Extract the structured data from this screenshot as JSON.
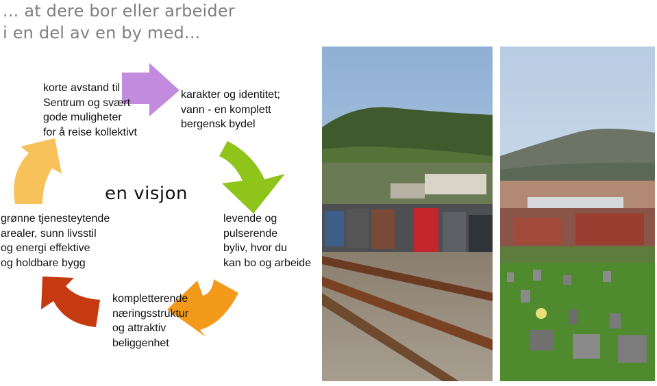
{
  "title": {
    "line1": "... at dere bor eller arbeider",
    "line2": "i en del av en by med..."
  },
  "center": {
    "label": "en visjon"
  },
  "cycle": [
    {
      "lines": [
        "korte avstand til",
        "Sentrum og svært",
        "gode muligheter",
        "for å reise kollektivt"
      ],
      "color": "#c28bdd"
    },
    {
      "lines": [
        "karakter og identitet;",
        "vann - en komplett",
        "bergensk bydel"
      ],
      "color": "#8fc41a"
    },
    {
      "lines": [
        "levende og",
        "pulserende",
        "byliv, hvor du",
        "kan bo og arbeide"
      ],
      "color": "#f39a1a"
    },
    {
      "lines": [
        "kompletterende",
        "næringsstruktur",
        "og attraktiv",
        "beliggenhet"
      ],
      "color": "#c63a12"
    },
    {
      "lines": [
        "grønne tjenesteytende",
        "arealer, sunn livsstil",
        "og energi effektive",
        "og holdbare bygg"
      ],
      "color": "#f7c25a"
    }
  ],
  "photos": [
    {
      "subject": "railway-industrial-area"
    },
    {
      "subject": "cemetery-city-view"
    }
  ]
}
